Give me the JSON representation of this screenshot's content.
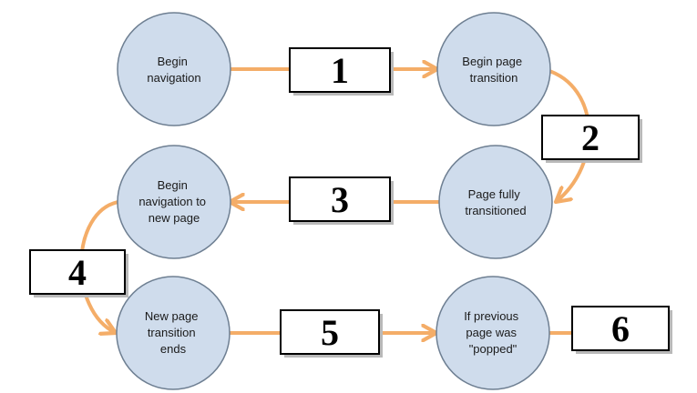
{
  "colors": {
    "node_fill": "#cfdcec",
    "arrow": "#f4ad68"
  },
  "nodes": {
    "begin_navigation": [
      "Begin",
      "navigation"
    ],
    "begin_page_transition": [
      "Begin page",
      "transition"
    ],
    "page_fully_transitioned": [
      "Page fully",
      "transitioned"
    ],
    "begin_navigation_new_page": [
      "Begin",
      "navigation to",
      "new page"
    ],
    "new_page_transition_ends": [
      "New page",
      "transition",
      "ends"
    ],
    "previous_page_popped": [
      "If previous",
      "page was",
      "\"popped\""
    ]
  },
  "steps": {
    "step1": "1",
    "step2": "2",
    "step3": "3",
    "step4": "4",
    "step5": "5",
    "step6": "6"
  }
}
